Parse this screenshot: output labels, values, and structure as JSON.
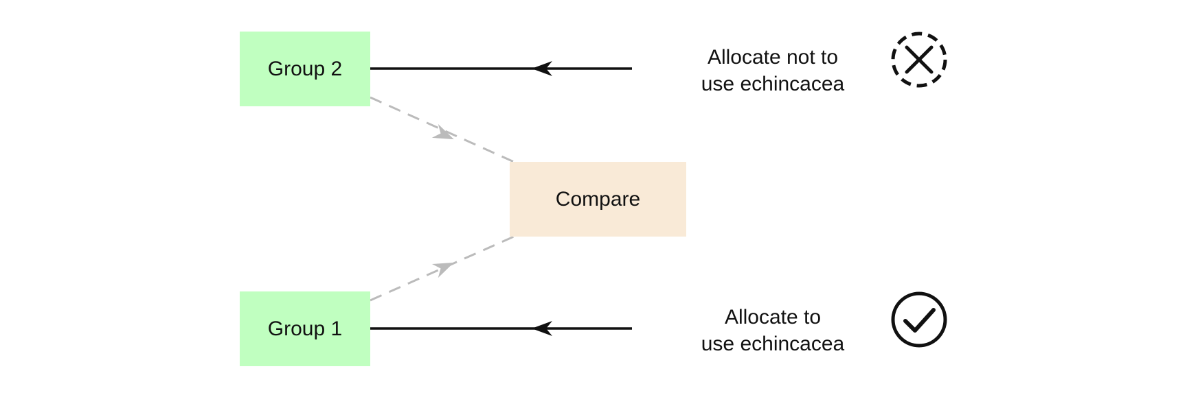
{
  "colors": {
    "group_fill": "#c0ffc0",
    "compare_fill": "#f9ead7",
    "solid_line": "#111111",
    "dashed_line": "#bbbbbb",
    "text": "#111111"
  },
  "nodes": {
    "group2": {
      "label": "Group 2"
    },
    "group1": {
      "label": "Group 1"
    },
    "compare": {
      "label": "Compare"
    }
  },
  "allocations": {
    "top": {
      "line1": "Allocate not to",
      "line2": "use echincacea",
      "icon": "dashed-cross-circle-icon"
    },
    "bottom": {
      "line1": "Allocate to",
      "line2": "use echincacea",
      "icon": "check-circle-icon"
    }
  }
}
